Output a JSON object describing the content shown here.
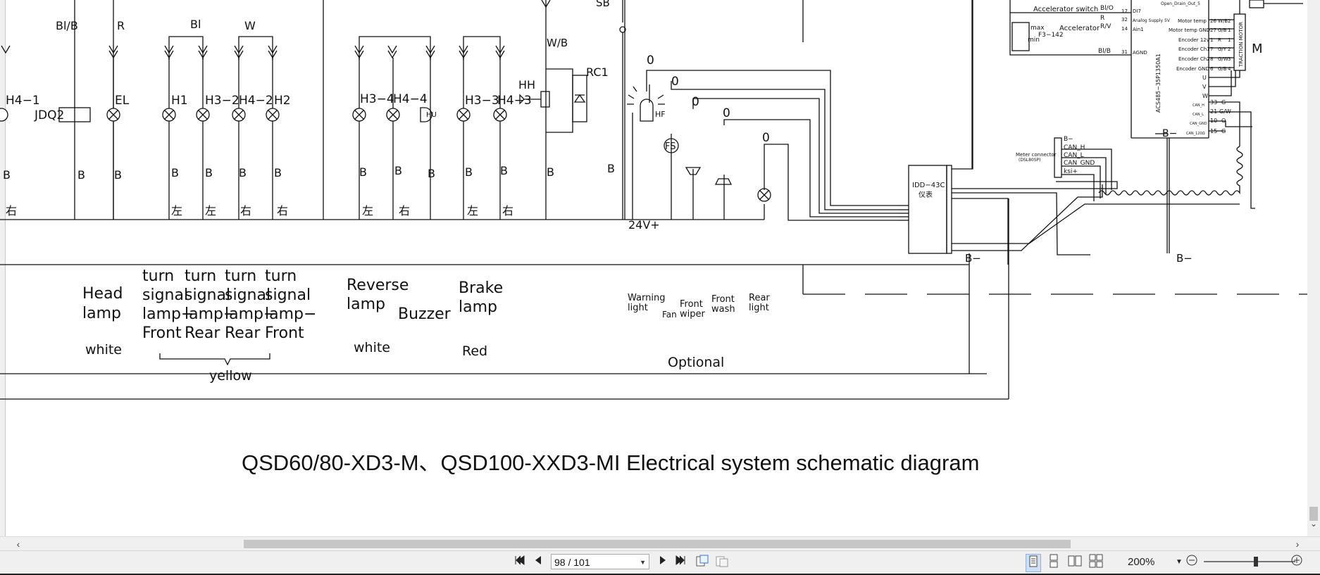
{
  "diagram": {
    "title": "QSD60/80-XD3-M、QSD100-XXD3-MI Electrical system schematic diagram",
    "wire_labels": {
      "bl_b": "Bl/B",
      "r": "R",
      "bl": "Bl",
      "w": "W",
      "w_b": "W/B",
      "sb": "SB",
      "o": "0",
      "b": "B",
      "bminus": "B−",
      "v24": "24V+"
    },
    "components": {
      "h4_1": "H4−1",
      "jdq2": "JDQ2",
      "el": "EL",
      "h1": "H1",
      "h3_2": "H3−2",
      "h4_2": "H4−2",
      "h2": "H2",
      "h3_4": "H3−4",
      "h4_4": "H4−4",
      "hu": "HU",
      "h3_3": "H3−3",
      "h4_3": "H4−3",
      "hh": "HH",
      "rc1": "RC1",
      "hf": "HF",
      "fs": "FS",
      "m": "M",
      "idd": "IDD−43C",
      "idd_cn": "仪表"
    },
    "side_marks": {
      "right": "右",
      "left": "左"
    },
    "controller": {
      "accel_switch": "Accelerator switch",
      "accelerator": "Accelerator",
      "max": "max",
      "min": "min",
      "f3": "F3−142",
      "bl_o": "Bl/O",
      "r_v": "R/V",
      "bl_b": "Bl/B",
      "r": "R",
      "pins_left": [
        "17",
        "32",
        "14",
        "31"
      ],
      "pin_names_left": [
        "DI7",
        "Analog Supply 5V",
        "Ain1",
        "AGND"
      ],
      "open_drain": "Open_Drain_Out_5",
      "motor_rows": [
        "Motor temp",
        "Motor temp GND",
        "Encoder 12v",
        "Encoder Ch1",
        "Encoder Ch2",
        "Encoder GND"
      ],
      "motor_pins": [
        "26",
        "27",
        "1",
        "7",
        "8",
        "6"
      ],
      "motor_wires": [
        "W/B",
        "G/B",
        "R",
        "G/Y",
        "G/W",
        "G/B"
      ],
      "motor_pins_right": [
        "2",
        "1",
        "1",
        "2",
        "3",
        "4"
      ],
      "uvw": [
        "U",
        "V",
        "W"
      ],
      "model": "ACS485−35P1350A1",
      "traction": "TRACTION MOTOR",
      "can_rows": [
        "CAN_H",
        "CAN_L",
        "CAN_GND",
        "CAN_120Ω"
      ],
      "can_pins": [
        "33",
        "21",
        "10",
        "15"
      ],
      "can_wires": [
        "G",
        "G/W",
        "O",
        "G"
      ],
      "bminus": "B−"
    },
    "meter": {
      "connector": "Meter connector",
      "connector_sub": "(DSL80SP)",
      "rows": [
        "B−",
        "CAN_H",
        "CAN_L",
        "CAN_GND",
        "ksi+"
      ]
    },
    "legend": {
      "head": [
        "Head",
        "lamp"
      ],
      "head_color": "white",
      "turn": [
        "turn",
        "signal",
        "lamp−",
        "Front",
        "Rear",
        "Rear",
        "Front"
      ],
      "yellow": "yellow",
      "reverse": [
        "Reverse",
        "lamp"
      ],
      "reverse_color": "white",
      "buzzer": "Buzzer",
      "brake": [
        "Brake",
        "lamp"
      ],
      "brake_color": "Red",
      "warning": [
        "Warning",
        "light"
      ],
      "fan": "Fan",
      "front_wiper": [
        "Front",
        "wiper"
      ],
      "front_wash": [
        "Front",
        "wash"
      ],
      "rear_light": [
        "Rear",
        "light"
      ],
      "optional": "Optional"
    }
  },
  "viewer": {
    "page_indicator": "98 / 101",
    "zoom": "200%",
    "icons": [
      "first-page-icon",
      "prev-page-icon",
      "next-page-icon",
      "last-page-icon",
      "copy-icon",
      "paste-icon",
      "single-page-icon",
      "continuous-icon",
      "two-page-icon",
      "two-page-continuous-icon",
      "zoom-out-icon",
      "zoom-in-icon"
    ]
  }
}
